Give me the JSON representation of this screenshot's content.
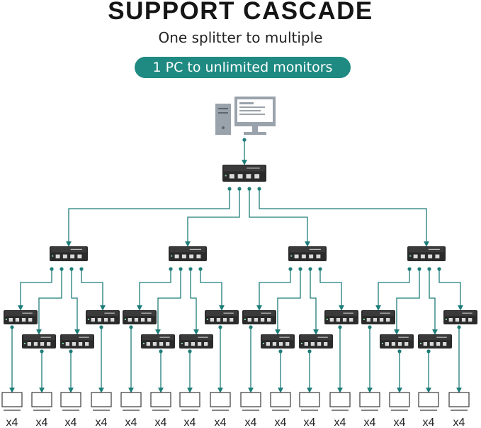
{
  "header": {
    "title": "SUPPORT CASCADE",
    "subtitle": "One splitter to multiple",
    "badge": "1 PC to unlimited monitors"
  },
  "diagram": {
    "source_device": "pc-with-monitor",
    "levels": 3,
    "branching": 4,
    "output_label": "x4",
    "output_count": 16,
    "colors": {
      "accent": "#1f8a82",
      "line": "#1e7d78",
      "device": "#2b2b2b",
      "monitor_outline": "#3a3a3a"
    }
  }
}
